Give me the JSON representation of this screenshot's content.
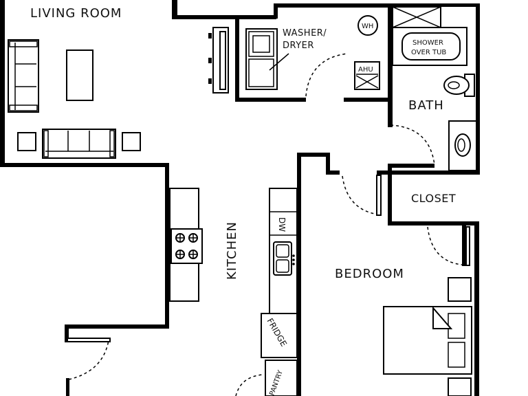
{
  "rooms": {
    "living_room": "LIVING ROOM",
    "kitchen": "KITCHEN",
    "bath": "BATH",
    "closet": "CLOSET",
    "bedroom": "BEDROOM"
  },
  "fixtures": {
    "washer_line1": "WASHER/",
    "washer_line2": "DRYER",
    "water_heater": "WH",
    "ahu": "AHU",
    "shower_line1": "SHOWER",
    "shower_line2": "OVER TUB",
    "dishwasher": "DW",
    "fridge": "FRIDGE",
    "pantry": "PANTRY"
  }
}
